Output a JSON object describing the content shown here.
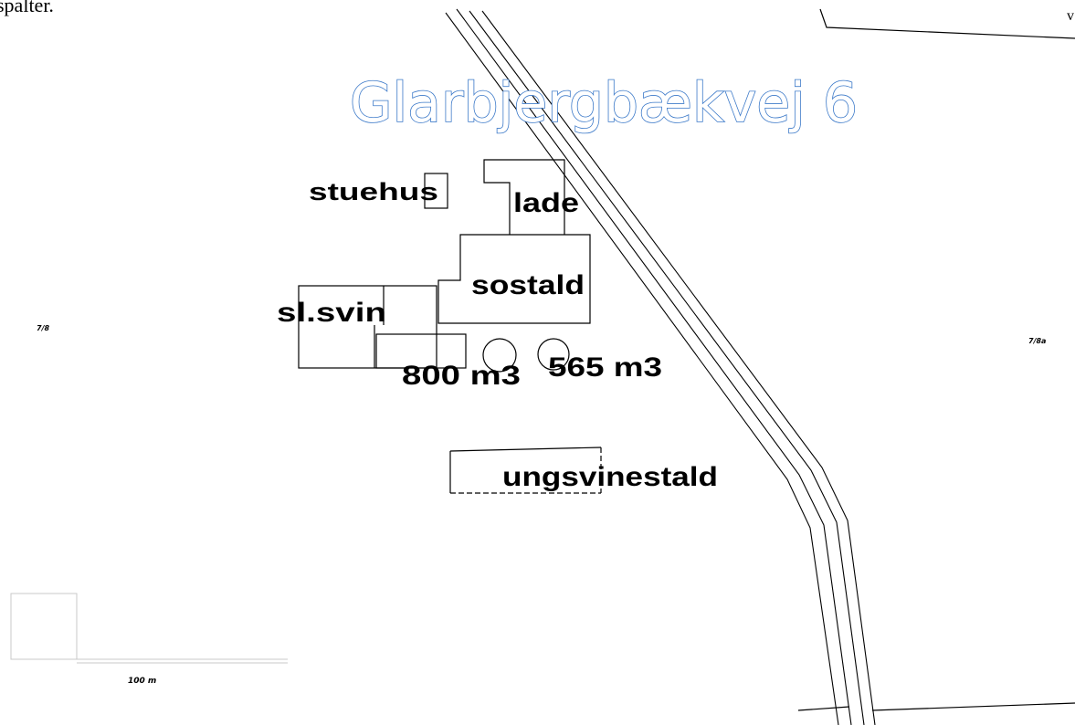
{
  "map": {
    "top_left_fragment": "spalter.",
    "title": "Glarbjergbækvej 6",
    "buildings": {
      "stuehus": "stuehus",
      "lade": "lade",
      "sostald": "sostald",
      "sl_svin": "sl.svin",
      "tank_800": "800 m3",
      "tank_565": "565 m3",
      "ungsvinestald": "ungsvinestald"
    },
    "margin_left_label": "7/8",
    "margin_right_label": "7/8a",
    "scale_bar_label": "100 m",
    "top_right_fragment": "v"
  }
}
